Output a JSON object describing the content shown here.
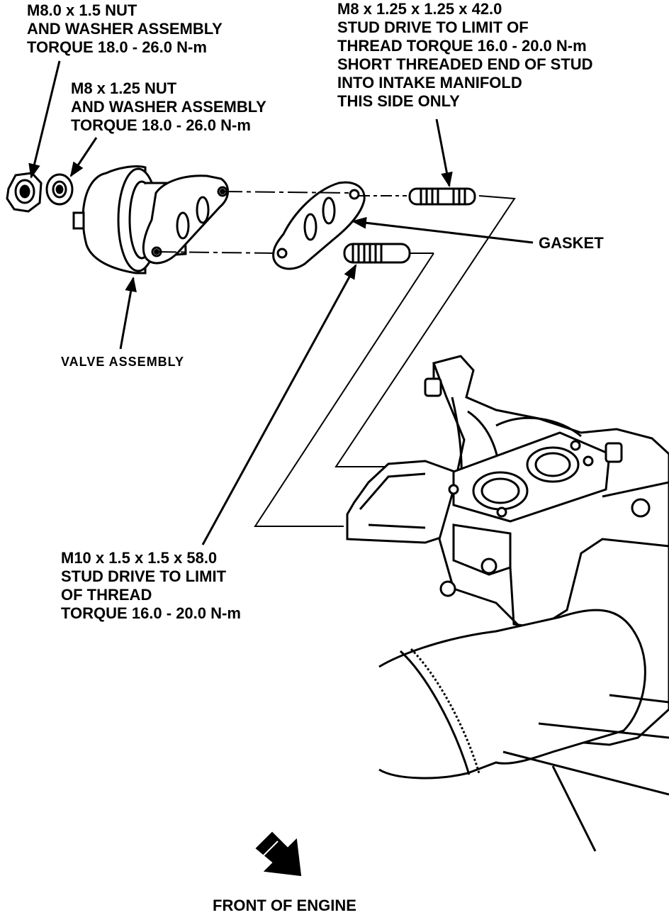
{
  "labels": {
    "nut_m8_0": [
      "M8.0 x 1.5 NUT",
      "AND WASHER ASSEMBLY",
      "TORQUE 18.0 - 26.0 N-m"
    ],
    "nut_m8": [
      "M8 x 1.25 NUT",
      "AND WASHER ASSEMBLY",
      "TORQUE 18.0 - 26.0 N-m"
    ],
    "short_stud": [
      "M8 x 1.25 x 1.25 x 42.0",
      "STUD DRIVE TO LIMIT OF",
      "THREAD TORQUE 16.0 - 20.0 N-m",
      "SHORT THREADED END OF STUD",
      "INTO INTAKE MANIFOLD",
      "THIS SIDE ONLY"
    ],
    "gasket": "GASKET",
    "valve_assembly": "VALVE ASSEMBLY",
    "long_stud": [
      "M10 x 1.5 x 1.5 x 58.0",
      "STUD DRIVE TO LIMIT",
      "OF THREAD",
      "TORQUE 16.0 - 20.0 N-m"
    ],
    "front_of_engine": "FRONT OF ENGINE"
  },
  "colors": {
    "ink": "#000000",
    "paper": "#ffffff"
  },
  "icons": {
    "direction": "front-arrow-icon"
  }
}
